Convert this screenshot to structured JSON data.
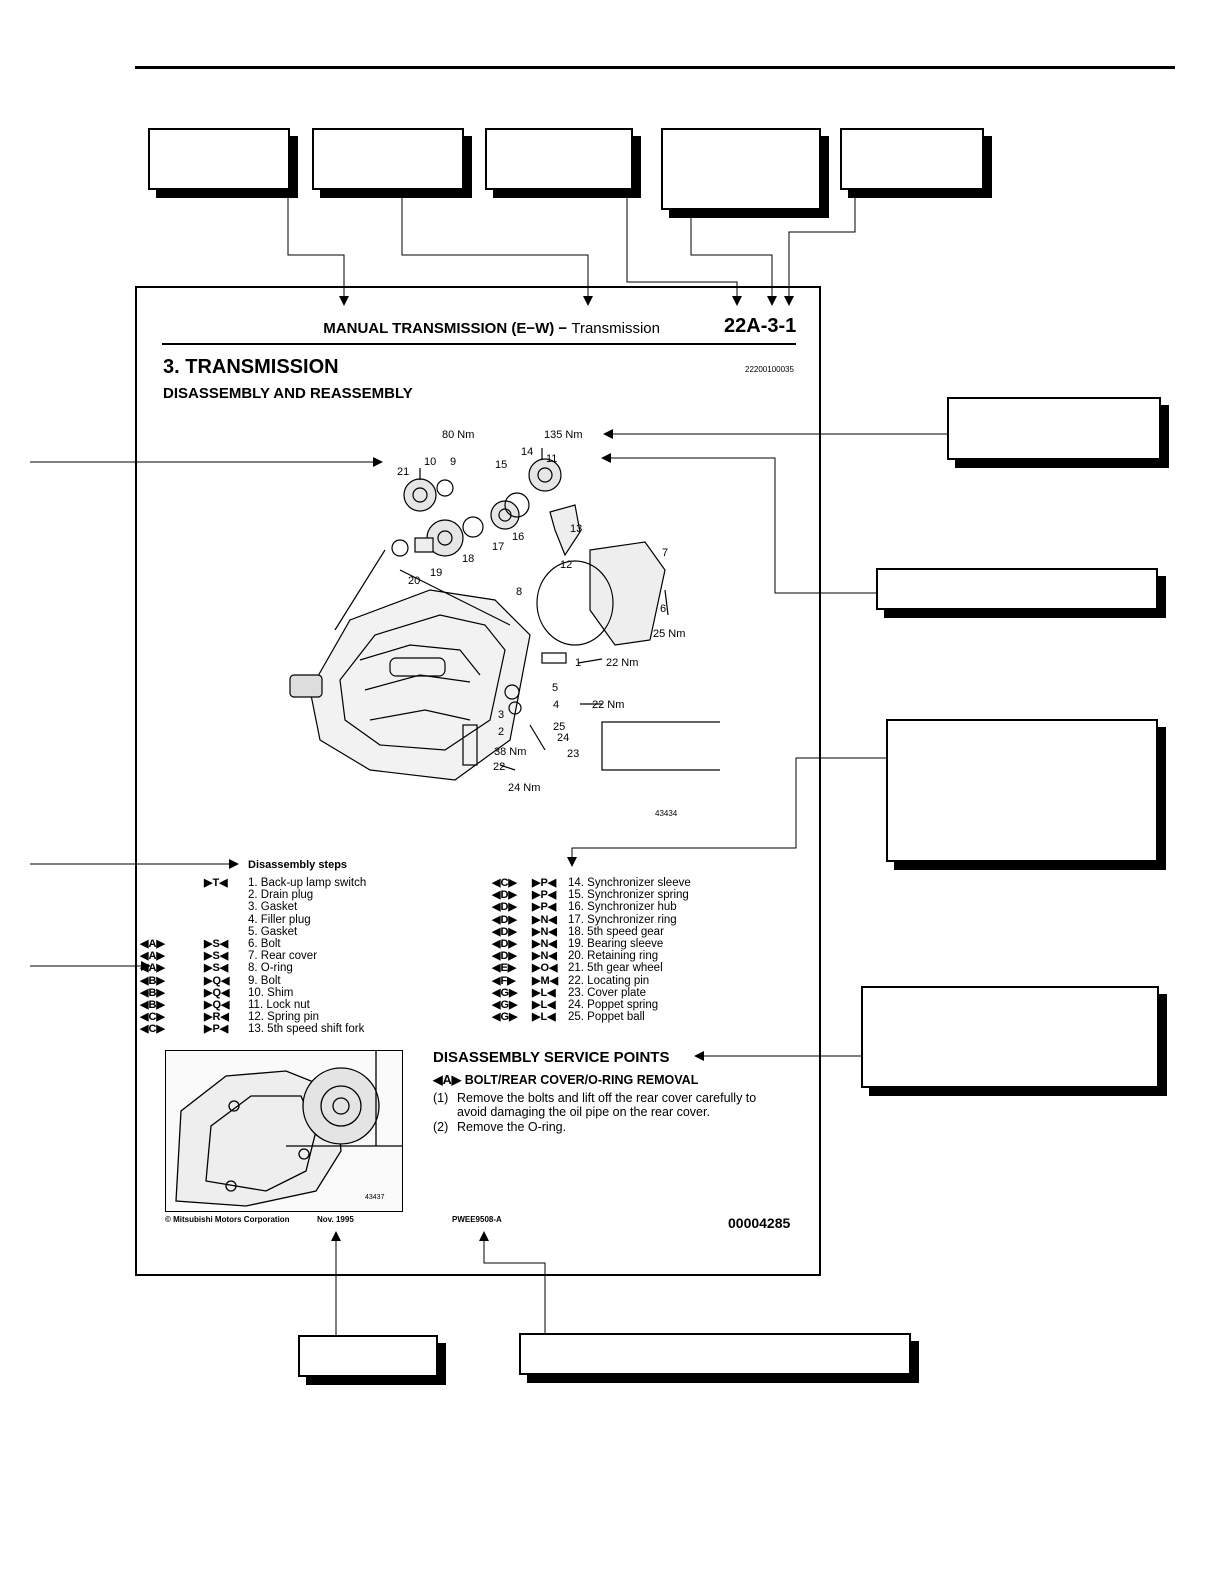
{
  "header": {
    "title_main": "MANUAL TRANSMISSION (E−W) −",
    "title_sub": "Transmission",
    "page_code": "22A-3-1"
  },
  "section": {
    "title": "3. TRANSMISSION",
    "subtitle": "DISASSEMBLY AND REASSEMBLY",
    "doc_id": "22200100035"
  },
  "illustration": {
    "id": "43434",
    "labels": {
      "t80": "80 Nm",
      "t135": "135 Nm",
      "n14": "14",
      "n11": "11",
      "n21": "21",
      "n10": "10",
      "n9": "9",
      "n15": "15",
      "n13": "13",
      "n16": "16",
      "n17": "17",
      "n18": "18",
      "n19": "19",
      "n20": "20",
      "n12": "12",
      "n8": "8",
      "n7": "7",
      "n6": "6",
      "t25": "25 Nm",
      "n1": "1",
      "t22a": "22 Nm",
      "n5": "5",
      "n4": "4",
      "t22b": "22 Nm",
      "n3": "3",
      "n2": "2",
      "n25": "25",
      "n24": "24",
      "t38": "38 Nm",
      "n23": "23",
      "n22": "22",
      "t24": "24 Nm"
    }
  },
  "steps": {
    "title": "Disassembly steps",
    "col1": [
      {
        "dis": "",
        "re": "T",
        "text": "1. Back-up lamp switch"
      },
      {
        "dis": "",
        "re": "",
        "text": "2. Drain plug"
      },
      {
        "dis": "",
        "re": "",
        "text": "3. Gasket"
      },
      {
        "dis": "",
        "re": "",
        "text": "4. Filler plug"
      },
      {
        "dis": "",
        "re": "",
        "text": "5. Gasket"
      },
      {
        "dis": "A",
        "re": "S",
        "text": "6. Bolt"
      },
      {
        "dis": "A",
        "re": "S",
        "text": "7. Rear cover"
      },
      {
        "dis": "A",
        "re": "S",
        "text": "8. O-ring"
      },
      {
        "dis": "B",
        "re": "Q",
        "text": "9. Bolt"
      },
      {
        "dis": "B",
        "re": "Q",
        "text": "10. Shim"
      },
      {
        "dis": "B",
        "re": "Q",
        "text": "11. Lock nut"
      },
      {
        "dis": "C",
        "re": "R",
        "text": "12. Spring pin"
      },
      {
        "dis": "C",
        "re": "P",
        "text": "13. 5th speed shift fork"
      }
    ],
    "col2": [
      {
        "dis": "C",
        "re": "P",
        "text": "14. Synchronizer sleeve"
      },
      {
        "dis": "D",
        "re": "P",
        "text": "15. Synchronizer spring"
      },
      {
        "dis": "D",
        "re": "P",
        "text": "16. Synchronizer hub"
      },
      {
        "dis": "D",
        "re": "N",
        "text": "17. Synchronizer ring"
      },
      {
        "dis": "D",
        "re": "N",
        "text": "18. 5th speed gear"
      },
      {
        "dis": "D",
        "re": "N",
        "text": "19. Bearing sleeve"
      },
      {
        "dis": "D",
        "re": "N",
        "text": "20. Retaining ring"
      },
      {
        "dis": "E",
        "re": "O",
        "text": "21. 5th gear wheel"
      },
      {
        "dis": "F",
        "re": "M",
        "text": "22. Locating pin"
      },
      {
        "dis": "G",
        "re": "L",
        "text": "23. Cover plate"
      },
      {
        "dis": "G",
        "re": "L",
        "text": "24. Poppet spring"
      },
      {
        "dis": "G",
        "re": "L",
        "text": "25. Poppet ball"
      }
    ]
  },
  "service_points": {
    "title": "DISASSEMBLY SERVICE POINTS",
    "sub_mark": "A",
    "sub_title": "BOLT/REAR COVER/O-RING REMOVAL",
    "item1_num": "(1)",
    "item1_line1": "Remove the bolts and lift off the rear cover carefully to",
    "item1_line2": "avoid damaging the oil pipe on the rear cover.",
    "item2_num": "(2)",
    "item2_text": "Remove the O-ring.",
    "photo_id": "43437"
  },
  "footer": {
    "company": "Mitsubishi Motors Corporation",
    "date": "Nov. 1995",
    "pub": "PWEE9508-A",
    "page_number": "00004285"
  },
  "colors": {
    "ink": "#000000",
    "paper": "#ffffff"
  }
}
